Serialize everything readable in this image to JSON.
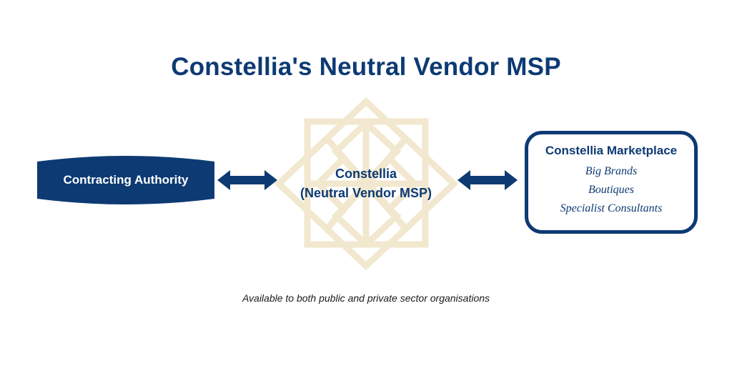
{
  "title": "Constellia's Neutral Vendor MSP",
  "colors": {
    "primary": "#0d3a73",
    "logo": "#f2e8cf",
    "background": "#ffffff"
  },
  "left_node": {
    "label": "Contracting Authority"
  },
  "center_node": {
    "line1": "Constellia",
    "line2": "(Neutral Vendor MSP)",
    "icon": "constellia-star-logo"
  },
  "right_node": {
    "title": "Constellia Marketplace",
    "items": [
      "Big Brands",
      "Boutiques",
      "Specialist Consultants"
    ]
  },
  "connectors": [
    {
      "from": "Contracting Authority",
      "to": "Constellia",
      "direction": "bidirectional"
    },
    {
      "from": "Constellia",
      "to": "Constellia Marketplace",
      "direction": "bidirectional"
    }
  ],
  "footnote": "Available to both public and private sector organisations"
}
